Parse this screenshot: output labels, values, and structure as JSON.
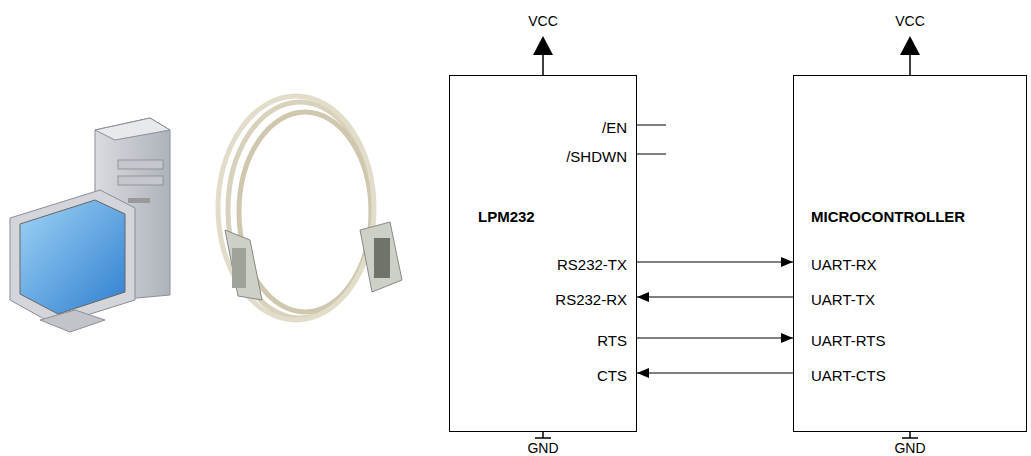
{
  "diagram": {
    "nodes": [
      {
        "text": [
          "LPM232",
          "/EN",
          "/SHDWN",
          "RS232-TX",
          "RS232-RX",
          "RTS",
          "CTS"
        ]
      },
      {
        "text": [
          "MICROCONTROLLER",
          "UART-RX",
          "UART-TX",
          "UART-RTS",
          "UART-CTS"
        ]
      }
    ],
    "edges": [
      {
        "from": 0,
        "to": 1,
        "arrow": "to"
      },
      {
        "from": 1,
        "to": 0,
        "arrow": "to"
      },
      {
        "from": 0,
        "to": 1,
        "arrow": "to"
      },
      {
        "from": 1,
        "to": 0,
        "arrow": "to"
      }
    ],
    "labels": [
      "VCC",
      "VCC",
      "GND",
      "GND"
    ]
  }
}
